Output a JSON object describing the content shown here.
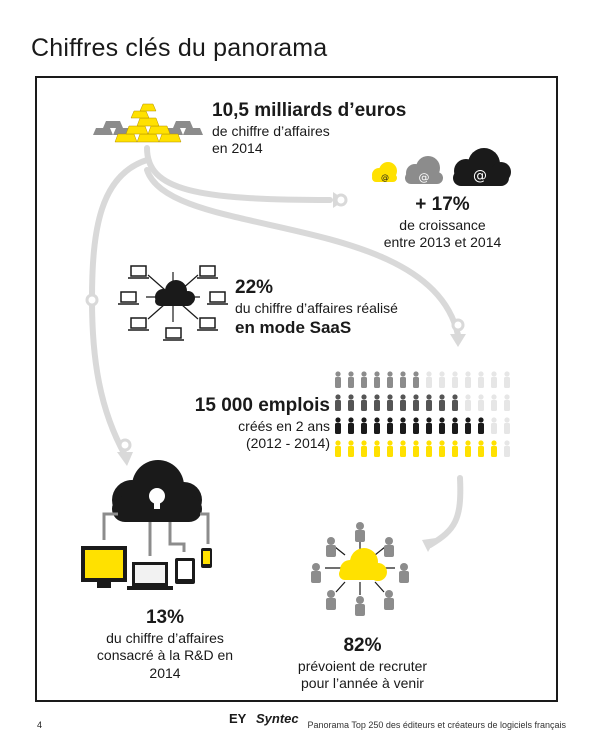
{
  "page": {
    "title": "Chiffres clés du panorama"
  },
  "revenue": {
    "value": "10,5 milliards d’euros",
    "line2": "de chiffre d’affaires",
    "line3": "en 2014"
  },
  "growth": {
    "value": "+ 17%",
    "line2": "de croissance",
    "line3": "entre 2013 et 2014"
  },
  "saas": {
    "value": "22%",
    "line2": "du chiffre d’affaires réalisé",
    "line3": "en mode SaaS"
  },
  "jobs": {
    "value": "15 000 emplois",
    "line2": "créés en 2 ans",
    "line3": "(2012 - 2014)"
  },
  "rd": {
    "value": "13%",
    "line2": "du chiffre d’affaires",
    "line3": "consacré à la R&D en 2014"
  },
  "recruit": {
    "value": "82%",
    "line2": "prévoient de recruter",
    "line3": "pour l’année à venir"
  },
  "footer": {
    "page_number": "4",
    "logo_ey": "EY",
    "logo_syntec": "Syntec",
    "publication": "Panorama Top 250 des éditeurs et créateurs de logiciels français"
  },
  "colors": {
    "accent": "#ffe100",
    "dark": "#1a1a1a",
    "grey": "#8c8c8c",
    "light_grey": "#d9d9d9"
  },
  "icons": [
    "gold-bars-icon",
    "cloud-icon",
    "laptop-icon",
    "person-icon",
    "lightbulb-icon",
    "monitor-icon",
    "tablet-icon",
    "phone-icon"
  ]
}
